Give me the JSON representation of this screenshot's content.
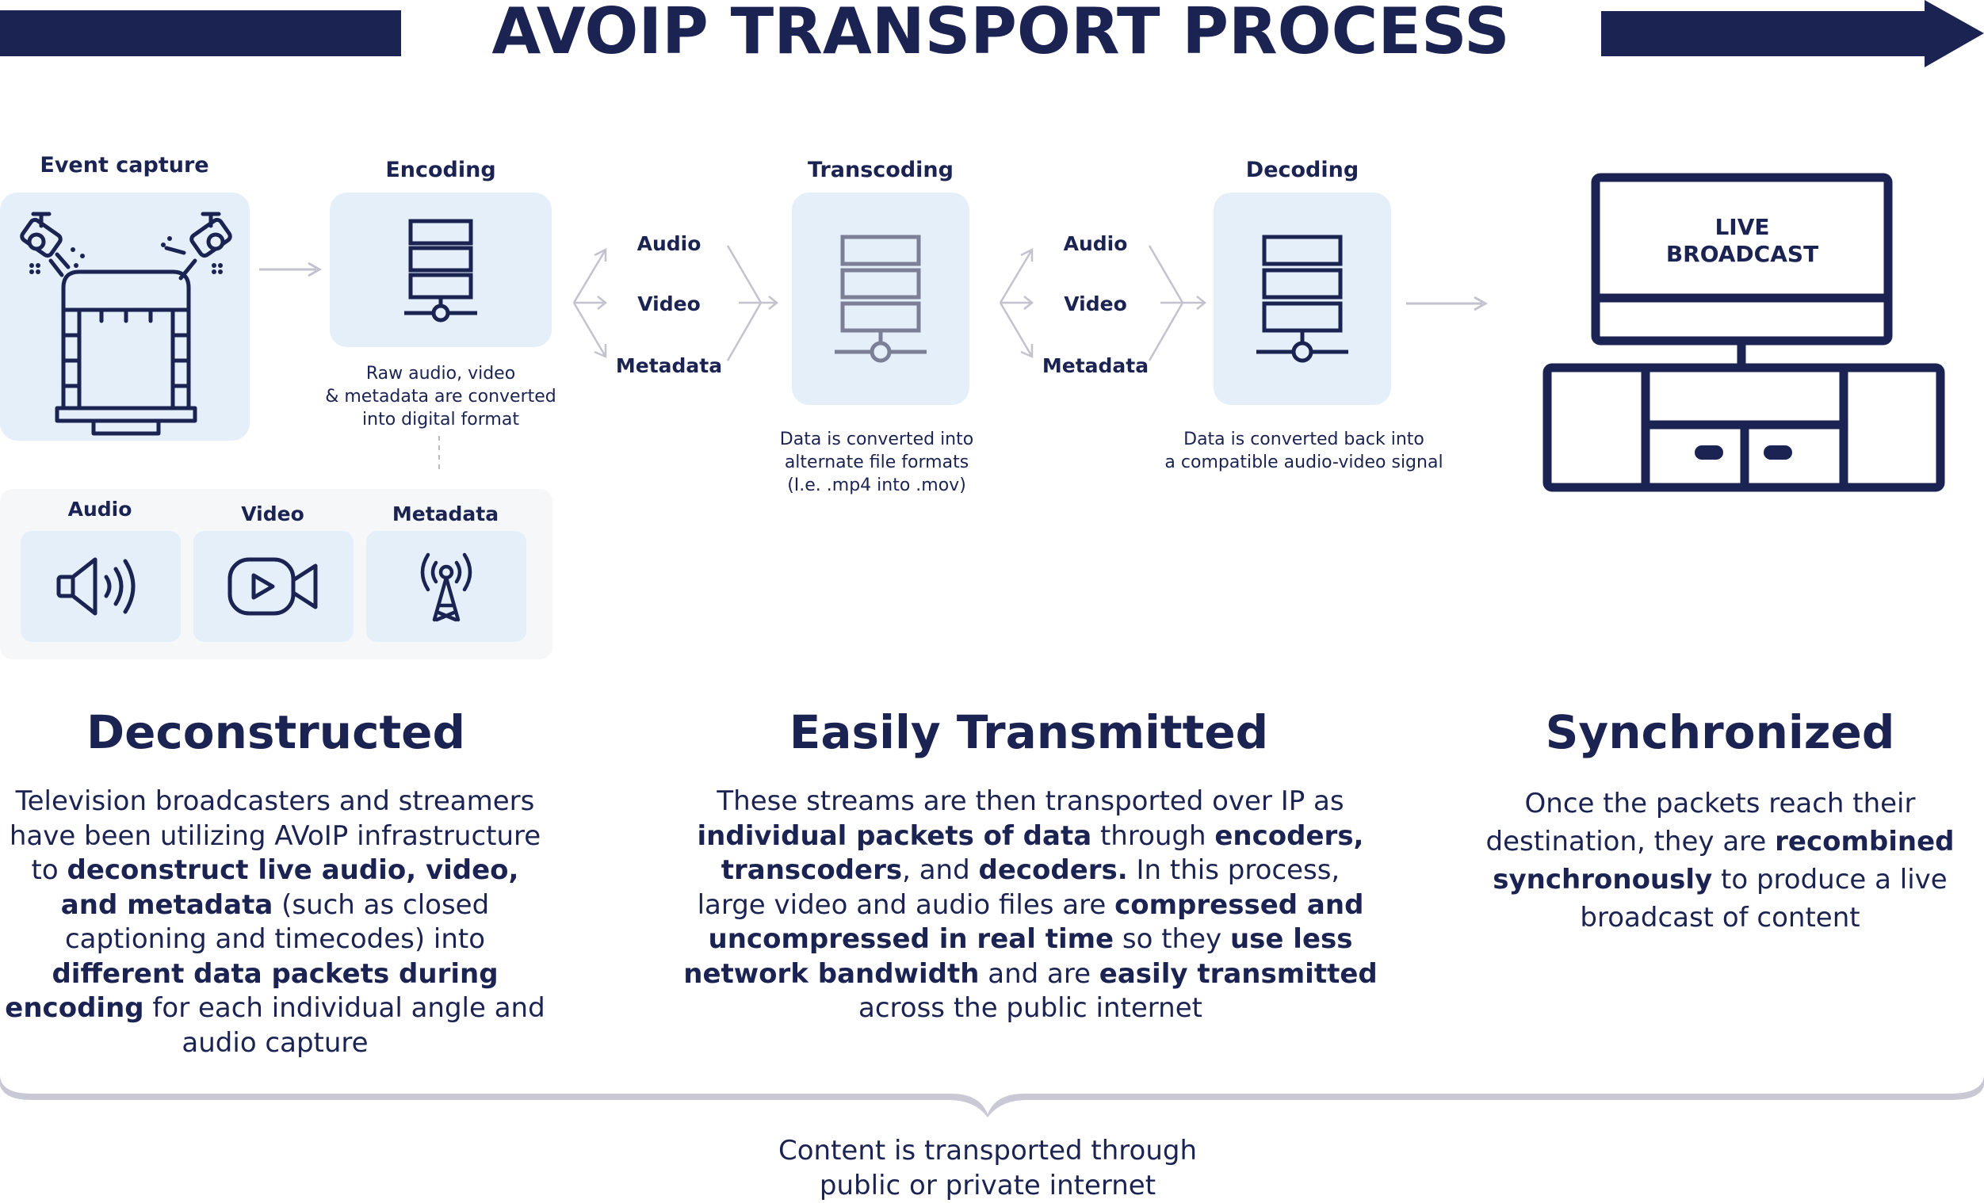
{
  "title": "AVOIP TRANSPORT PROCESS",
  "colors": {
    "navy": "#1b2352",
    "card": "#e4eff9",
    "gray_icon": "#7c8096",
    "arrow": "#c2c3cf",
    "panel": "#f6f7f9",
    "brace": "#c8c9d4"
  },
  "stages": {
    "event_capture": {
      "label": "Event capture",
      "icon": "stage-spotlights-icon"
    },
    "encoding": {
      "label": "Encoding",
      "icon": "server-icon",
      "caption": [
        "Raw audio, video",
        "& metadata are converted",
        "into digital format"
      ]
    },
    "transcoding": {
      "label": "Transcoding",
      "icon": "server-icon",
      "caption": [
        "Data is converted into",
        "alternate file formats",
        "(I.e. .mp4 into .mov)"
      ]
    },
    "decoding": {
      "label": "Decoding",
      "icon": "server-icon",
      "caption": [
        "Data is converted back into",
        "a compatible audio-video signal"
      ]
    },
    "live": {
      "line1": "LIVE",
      "line2": "BROADCAST",
      "icon": "tv-icon"
    }
  },
  "streams_a": [
    "Audio",
    "Video",
    "Metadata"
  ],
  "streams_b": [
    "Audio",
    "Video",
    "Metadata"
  ],
  "media": [
    {
      "label": "Audio",
      "icon": "speaker-icon"
    },
    {
      "label": "Video",
      "icon": "video-camera-icon"
    },
    {
      "label": "Metadata",
      "icon": "antenna-icon"
    }
  ],
  "sections": {
    "deconstructed": {
      "title": "Deconstructed",
      "body": [
        {
          "t": "Television broadcasters and streamers have been utilizing AVoIP infrastructure to "
        },
        {
          "t": "deconstruct live audio, video, and metadata",
          "b": true
        },
        {
          "t": " (such as closed captioning and timecodes) into "
        },
        {
          "t": "different data packets during encoding",
          "b": true
        },
        {
          "t": " for each individual angle and audio capture"
        }
      ]
    },
    "transmitted": {
      "title": "Easily Transmitted",
      "body": [
        {
          "t": "These streams are then transported over IP as "
        },
        {
          "t": "individual packets of data",
          "b": true
        },
        {
          "t": " through "
        },
        {
          "t": "encoders, transcoders",
          "b": true
        },
        {
          "t": ", and "
        },
        {
          "t": "decoders.",
          "b": true
        },
        {
          "t": " In this process, large video and audio files are "
        },
        {
          "t": "compressed and uncompressed in real time",
          "b": true
        },
        {
          "t": " so they "
        },
        {
          "t": "use less network bandwidth",
          "b": true
        },
        {
          "t": " and are "
        },
        {
          "t": "easily transmitted",
          "b": true
        },
        {
          "t": " across the public internet"
        }
      ]
    },
    "synchronized": {
      "title": "Synchronized",
      "body": [
        {
          "t": "Once the packets reach their destination, they are "
        },
        {
          "t": "recombined synchronously",
          "b": true
        },
        {
          "t": " to produce a live broadcast of content"
        }
      ]
    }
  },
  "footer": [
    "Content is transported through",
    "public or private internet"
  ]
}
